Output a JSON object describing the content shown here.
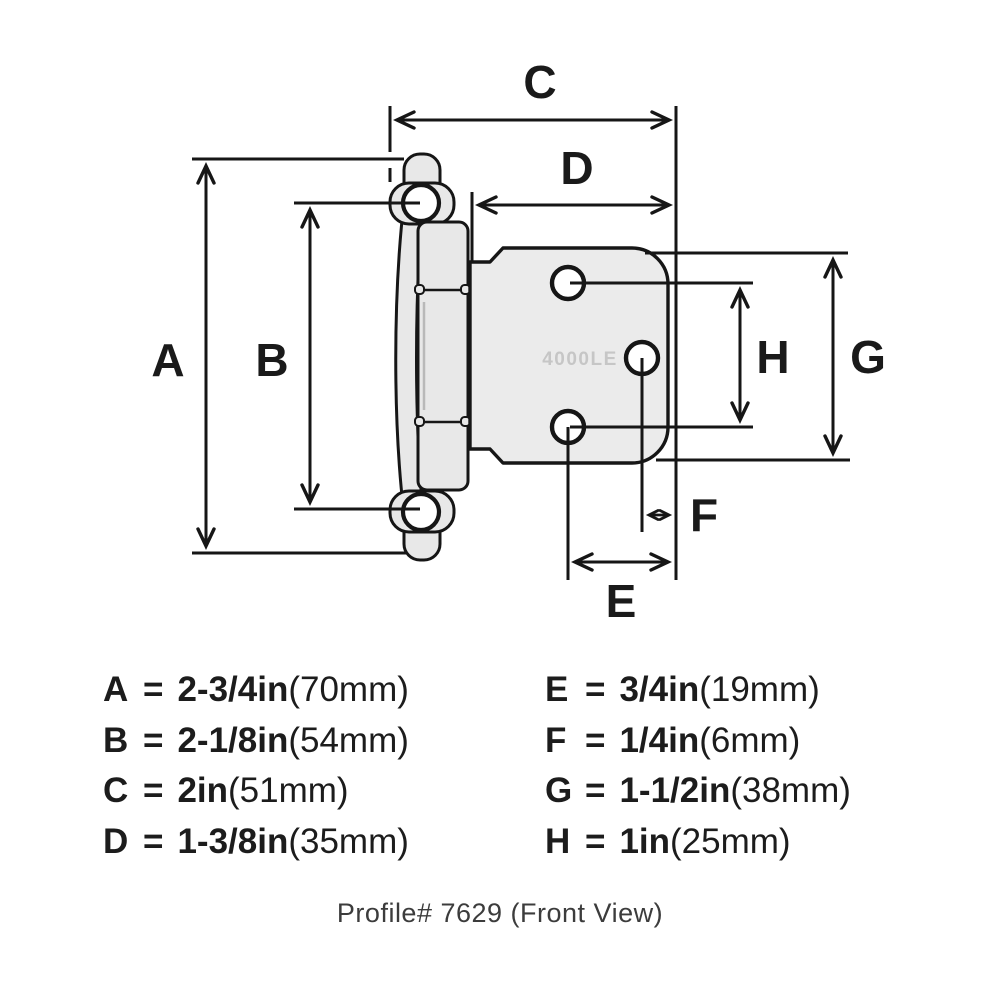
{
  "diagram": {
    "plate_marking": "4000LE",
    "dim_labels": {
      "A": "A",
      "B": "B",
      "C": "C",
      "D": "D",
      "E": "E",
      "F": "F",
      "G": "G",
      "H": "H"
    }
  },
  "legend": {
    "rows_left": [
      {
        "letter": "A",
        "eq": "=",
        "value_in": "2-3/4in",
        "value_mm": "(70mm)"
      },
      {
        "letter": "B",
        "eq": "=",
        "value_in": "2-1/8in",
        "value_mm": "(54mm)"
      },
      {
        "letter": "C",
        "eq": "=",
        "value_in": "2in",
        "value_mm": "(51mm)"
      },
      {
        "letter": "D",
        "eq": "=",
        "value_in": "1-3/8in",
        "value_mm": "(35mm)"
      }
    ],
    "rows_right": [
      {
        "letter": "E",
        "eq": "=",
        "value_in": "3/4in",
        "value_mm": "(19mm)"
      },
      {
        "letter": "F",
        "eq": "=",
        "value_in": "1/4in",
        "value_mm": "(6mm)"
      },
      {
        "letter": "G",
        "eq": "=",
        "value_in": "1-1/2in",
        "value_mm": "(38mm)"
      },
      {
        "letter": "H",
        "eq": "=",
        "value_in": "1in",
        "value_mm": "(25mm)"
      }
    ]
  },
  "footer": {
    "text": "Profile# 7629 (Front View)"
  },
  "colors": {
    "line": "#161616",
    "label_text": "#1a1a1a",
    "hinge_fill": "#e8e8e8",
    "plate_fill": "#ebebeb",
    "plate_marking": "#c6c6c6",
    "legend_text": "#1c1c1c",
    "footer_text": "#3c3c3c",
    "background": "#ffffff"
  }
}
